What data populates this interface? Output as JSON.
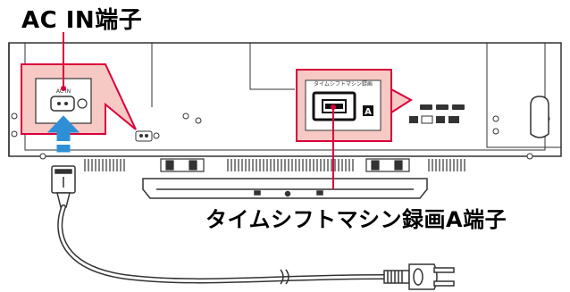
{
  "labels": {
    "ac_in": "AC IN端子",
    "timeshift": "タイムシフトマシン録画A端子"
  },
  "panel": {
    "inlet_label": "AC IN",
    "timeshift_panel_label": "タイムシフトマシン録画",
    "port_badge": "A"
  },
  "colors": {
    "callout_red": "#d9003a",
    "callout_fill": "#f7c9c4",
    "arrow_blue": "#2f8fd6",
    "line_gray": "#333333"
  }
}
